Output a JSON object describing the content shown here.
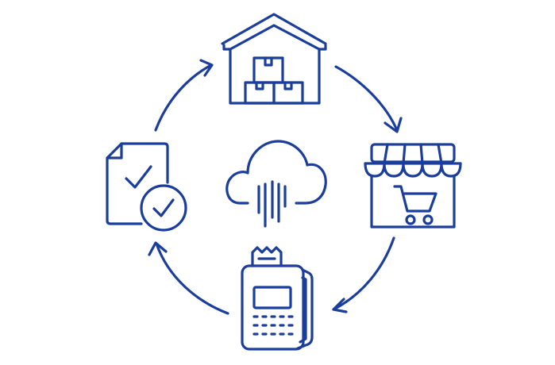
{
  "colors": {
    "stroke": "#1b3d9b",
    "background": "#ffffff"
  },
  "diagram": {
    "type": "cycle",
    "center": {
      "icon": "cloud-sync-icon"
    },
    "nodes": [
      {
        "id": "warehouse",
        "icon": "warehouse-icon"
      },
      {
        "id": "store",
        "icon": "storefront-cart-icon"
      },
      {
        "id": "terminal",
        "icon": "payment-terminal-icon"
      },
      {
        "id": "document",
        "icon": "approved-document-icon"
      }
    ],
    "flow": [
      "warehouse",
      "store",
      "terminal",
      "document",
      "warehouse"
    ],
    "direction": "clockwise"
  }
}
